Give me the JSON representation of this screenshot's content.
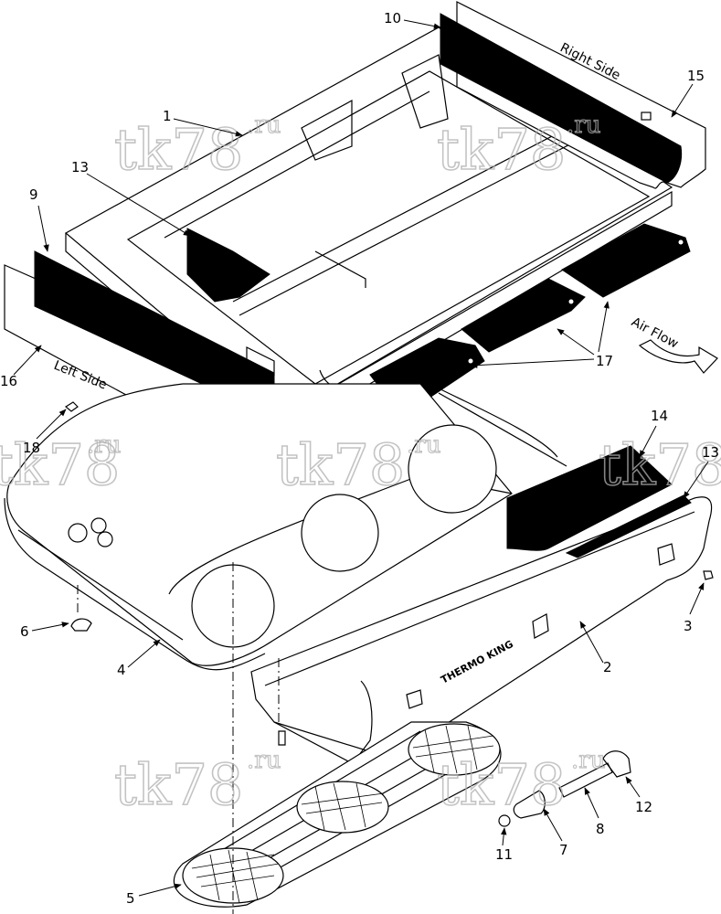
{
  "diagram": {
    "labels": {
      "right_side": "Right Side",
      "left_side": "Left Side",
      "air_flow": "Air Flow",
      "brand": "THERMO KING"
    },
    "callouts": [
      "1",
      "2",
      "3",
      "4",
      "5",
      "6",
      "7",
      "8",
      "9",
      "10",
      "11",
      "12",
      "13",
      "13",
      "14",
      "15",
      "16",
      "17",
      "18"
    ],
    "watermark": {
      "main": "tk78",
      "suffix": ".ru"
    }
  }
}
